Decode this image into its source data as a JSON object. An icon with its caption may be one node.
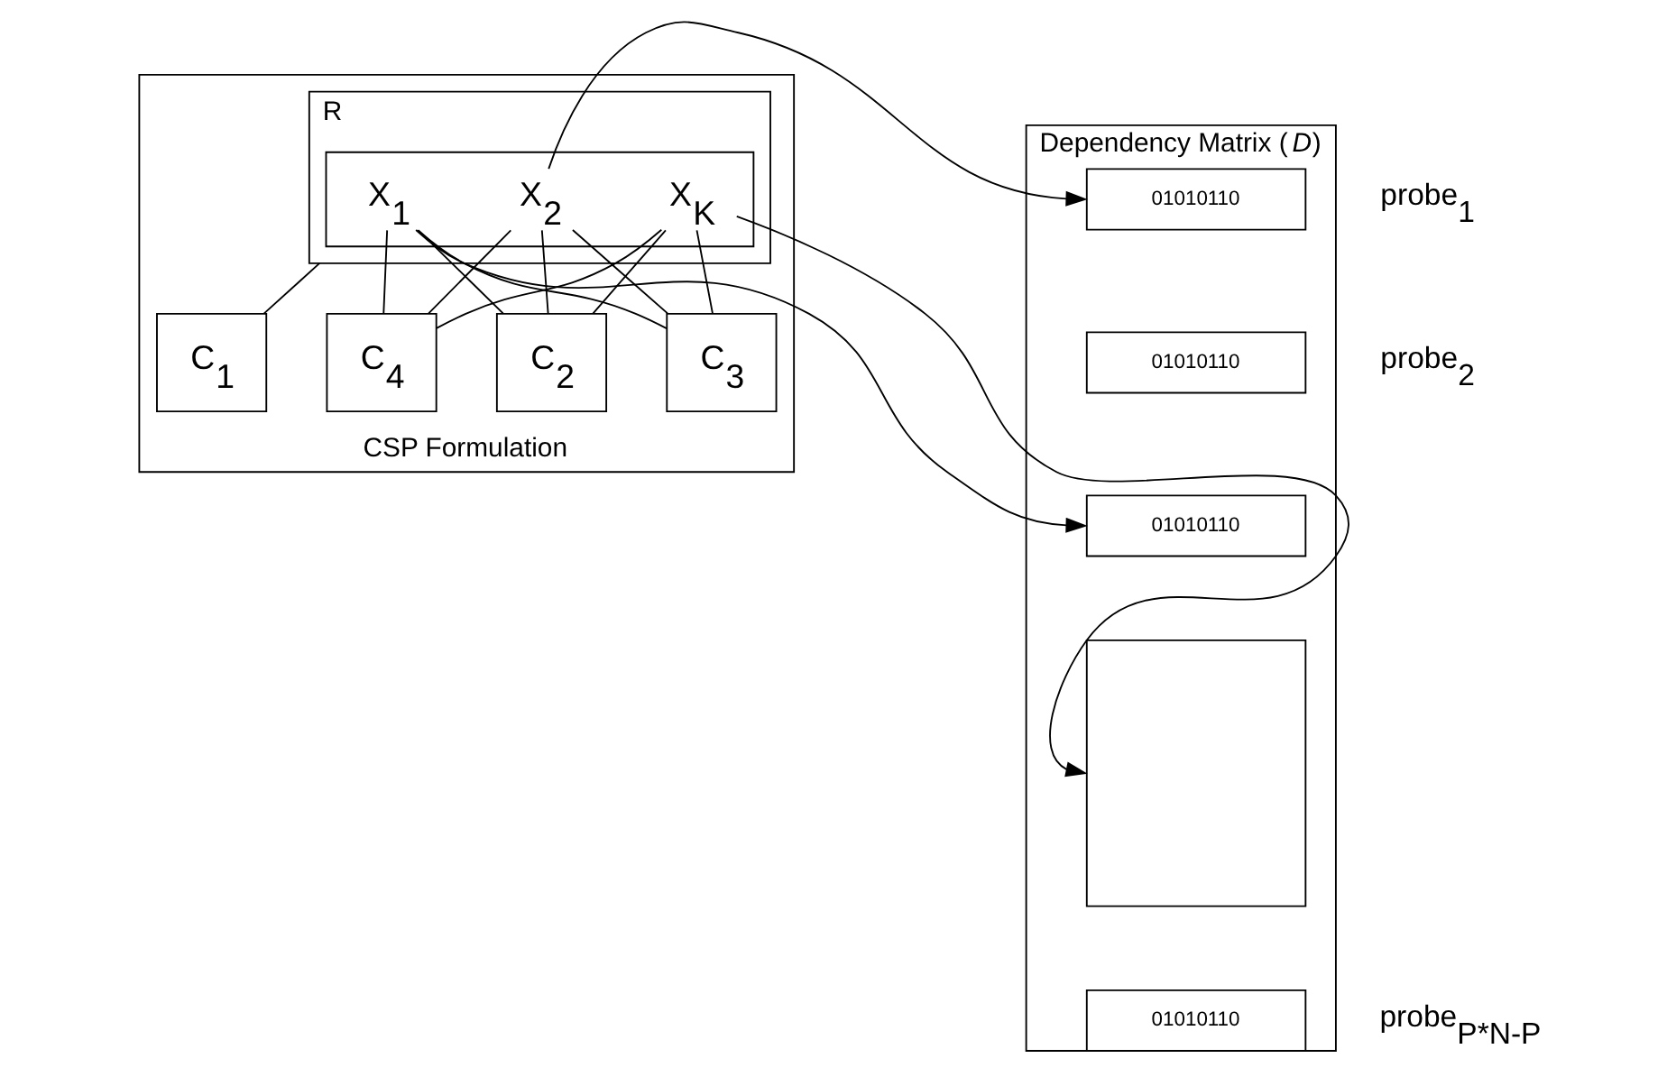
{
  "diagram": {
    "nodes": [
      {
        "text": [
          "CSP Formulation"
        ]
      },
      {
        "text": [
          "R"
        ],
        "in": 0
      },
      {
        "text": [],
        "shape": "box",
        "in": 1
      },
      {
        "text": [
          "X$_{1}$"
        ],
        "in": 2
      },
      {
        "text": [
          "X$_{2}$"
        ],
        "in": 2
      },
      {
        "text": [
          "X$_{K}$"
        ],
        "in": 2
      },
      {
        "text": [
          "C$_{1}$"
        ],
        "in": 0
      },
      {
        "text": [
          "C$_{2}$"
        ],
        "in": 0
      },
      {
        "text": [
          "C$_{3}$"
        ],
        "in": 0
      },
      {
        "text": [
          "C$_{4}$"
        ],
        "in": 0
      },
      {
        "text": [
          "Dependency Matrix (*D*)"
        ]
      },
      {
        "text": [
          "01010110"
        ],
        "in": 10,
        "beside": [
          "probe$_{1}$"
        ]
      },
      {
        "text": [
          "01010110"
        ],
        "in": 10,
        "beside": [
          "probe$_{2}$"
        ]
      },
      {
        "text": [
          "01010110"
        ],
        "in": 10
      },
      {
        "text": [],
        "shape": "box",
        "in": 10
      },
      {
        "text": [
          "01010110"
        ],
        "in": 10,
        "beside": [
          "probe$_{P*N-P}$"
        ]
      }
    ],
    "edges": [
      {
        "from": 1,
        "to": 6,
        "arrow": "none"
      },
      {
        "from": 3,
        "to": 7,
        "arrow": "none"
      },
      {
        "from": 3,
        "to": 8,
        "arrow": "none"
      },
      {
        "from": 3,
        "to": 9,
        "arrow": "none"
      },
      {
        "from": 4,
        "to": 7,
        "arrow": "none"
      },
      {
        "from": 4,
        "to": 8,
        "arrow": "none"
      },
      {
        "from": 4,
        "to": 9,
        "arrow": "none"
      },
      {
        "from": 5,
        "to": 7,
        "arrow": "none"
      },
      {
        "from": 5,
        "to": 8,
        "arrow": "none"
      },
      {
        "from": 5,
        "to": 9,
        "arrow": "none"
      },
      {
        "from": 4,
        "to": 11,
        "arrow": "to"
      },
      {
        "from": 3,
        "to": 13,
        "arrow": "to"
      },
      {
        "from": 5,
        "to": 14,
        "arrow": "to"
      }
    ]
  }
}
